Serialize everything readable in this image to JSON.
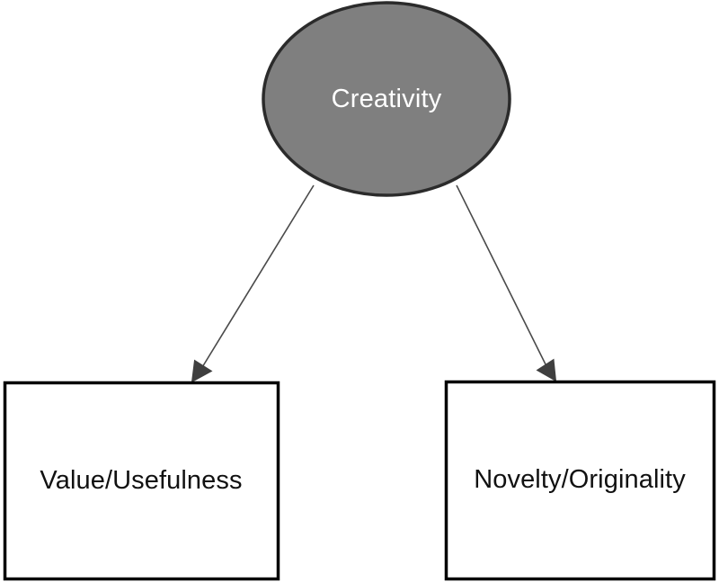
{
  "diagram": {
    "type": "hierarchy-diagram",
    "background_color": "#ffffff",
    "nodes": [
      {
        "id": "creativity",
        "label": "Creativity",
        "shape": "ellipse",
        "fill_color": "#7f7f7f",
        "border_color": "#2b2b2b",
        "text_color": "#ffffff"
      },
      {
        "id": "value",
        "label": "Value/Usefulness",
        "shape": "rectangle",
        "fill_color": "#ffffff",
        "border_color": "#000000",
        "text_color": "#111111"
      },
      {
        "id": "novelty",
        "label": "Novelty/Originality",
        "shape": "rectangle",
        "fill_color": "#ffffff",
        "border_color": "#000000",
        "text_color": "#111111"
      }
    ],
    "edges": [
      {
        "id": "creativity-to-value",
        "from": "creativity",
        "to": "value",
        "style": "solid",
        "arrowhead": "filled-triangle",
        "color": "#4a4a4a"
      },
      {
        "id": "creativity-to-novelty",
        "from": "creativity",
        "to": "novelty",
        "style": "solid",
        "arrowhead": "filled-triangle",
        "color": "#4a4a4a"
      }
    ]
  }
}
